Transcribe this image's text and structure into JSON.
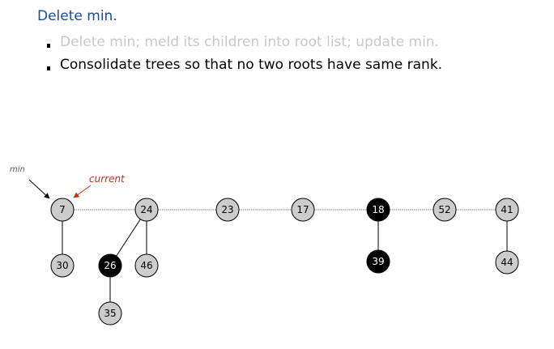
{
  "slide": {
    "title": "Delete min.",
    "bullets": [
      {
        "text": "Delete min; meld its children into root list; update min.",
        "state": "dim"
      },
      {
        "text": "Consolidate trees so that no two roots have same rank.",
        "state": "active"
      }
    ]
  },
  "diagram": {
    "annotations": {
      "min_label": "min",
      "current_label": "current",
      "current_color": "#c0321e"
    },
    "colors": {
      "node_fill": "#cccccc",
      "marked_fill": "#000000",
      "node_stroke": "#000000"
    },
    "nodes": [
      {
        "id": "n7",
        "label": "7",
        "marked": false
      },
      {
        "id": "n24",
        "label": "24",
        "marked": false
      },
      {
        "id": "n23",
        "label": "23",
        "marked": false
      },
      {
        "id": "n17",
        "label": "17",
        "marked": false
      },
      {
        "id": "n18",
        "label": "18",
        "marked": true
      },
      {
        "id": "n52",
        "label": "52",
        "marked": false
      },
      {
        "id": "n41",
        "label": "41",
        "marked": false
      },
      {
        "id": "n30",
        "label": "30",
        "marked": false
      },
      {
        "id": "n26",
        "label": "26",
        "marked": true
      },
      {
        "id": "n46",
        "label": "46",
        "marked": false
      },
      {
        "id": "n35",
        "label": "35",
        "marked": false
      },
      {
        "id": "n39",
        "label": "39",
        "marked": true
      },
      {
        "id": "n44",
        "label": "44",
        "marked": false
      }
    ],
    "root_list": [
      "n7",
      "n24",
      "n23",
      "n17",
      "n18",
      "n52",
      "n41"
    ],
    "tree_edges": [
      [
        "n7",
        "n30"
      ],
      [
        "n24",
        "n26"
      ],
      [
        "n24",
        "n46"
      ],
      [
        "n26",
        "n35"
      ],
      [
        "n18",
        "n39"
      ],
      [
        "n41",
        "n44"
      ]
    ]
  }
}
